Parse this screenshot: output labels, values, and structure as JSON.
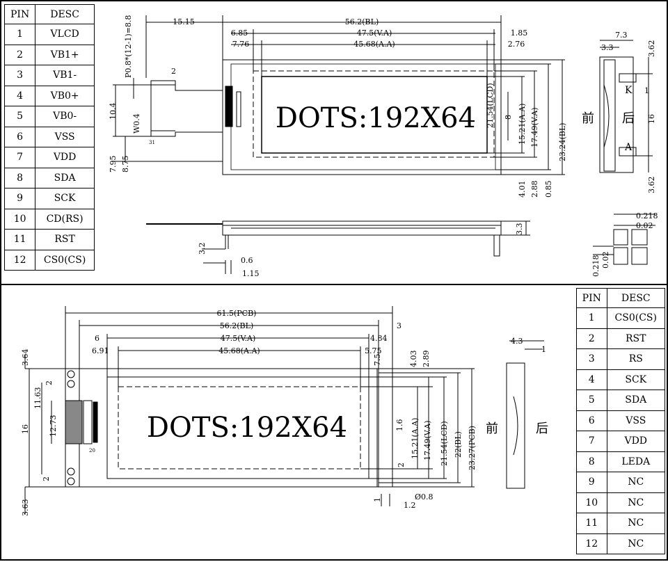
{
  "top": {
    "pin_table": {
      "headers": [
        "PIN",
        "DESC"
      ],
      "rows": [
        [
          "1",
          "VLCD"
        ],
        [
          "2",
          "VB1+"
        ],
        [
          "3",
          "VB1-"
        ],
        [
          "4",
          "VB0+"
        ],
        [
          "5",
          "VB0-"
        ],
        [
          "6",
          "VSS"
        ],
        [
          "7",
          "VDD"
        ],
        [
          "8",
          "SDA"
        ],
        [
          "9",
          "SCK"
        ],
        [
          "10",
          "CD(RS)"
        ],
        [
          "11",
          "RST"
        ],
        [
          "12",
          "CS0(CS)"
        ]
      ]
    },
    "screen_text": "DOTS:192X64",
    "dims": {
      "d1": "15.15",
      "d2": "56.2(BL)",
      "d3": "6.85",
      "d4": "47.5(V.A)",
      "d5": "1.85",
      "d6": "7.76",
      "d7": "45.68(A.A)",
      "d8": "2.76",
      "pitch": "P0.8*(12-1)=8.8",
      "d9": "2",
      "d10": "10.4",
      "d11": "W0.4",
      "d12": "7.95",
      "d13": "8.75",
      "d14": "8",
      "d15": "15.21(A.A)",
      "d16": "17.49(V.A)",
      "d17": "21.54(LCD)",
      "d18": "23.24(BL)",
      "d19": "4.01",
      "d20": "2.88",
      "d21": "0.85",
      "d22": "3.2",
      "d23": "0.6",
      "d24": "1.15",
      "d25": "3.3",
      "pin31": "31"
    },
    "side": {
      "d1": "7.3",
      "d2": "3.3",
      "d3": "3.62",
      "d4": "1",
      "d5": "16",
      "d6": "3.62",
      "k": "K",
      "a": "A",
      "front": "前",
      "back": "后"
    },
    "grid": {
      "d1": "0.218",
      "d2": "0.02",
      "d3": "0.218",
      "d4": "0.02"
    }
  },
  "bottom": {
    "pin_table": {
      "headers": [
        "PIN",
        "DESC"
      ],
      "rows": [
        [
          "1",
          "CS0(CS)"
        ],
        [
          "2",
          "RST"
        ],
        [
          "3",
          "RS"
        ],
        [
          "4",
          "SCK"
        ],
        [
          "5",
          "SDA"
        ],
        [
          "6",
          "VSS"
        ],
        [
          "7",
          "VDD"
        ],
        [
          "8",
          "LEDA"
        ],
        [
          "9",
          "NC"
        ],
        [
          "10",
          "NC"
        ],
        [
          "11",
          "NC"
        ],
        [
          "12",
          "NC"
        ]
      ]
    },
    "screen_text": "DOTS:192X64",
    "dims": {
      "d1": "61.5(PCB)",
      "d2": "56.2(BL)",
      "d3": "3",
      "d4": "6",
      "d5": "47.5(V.A)",
      "d6": "4.84",
      "d7": "6.91",
      "d8": "45.68(A.A)",
      "d9": "5.75",
      "d10": "3.64",
      "d11": "2",
      "d12": "11.63",
      "d13": "16",
      "d14": "12.73",
      "d15": "2",
      "d16": "3.63",
      "d17": "7.5",
      "d18": "4.03",
      "d19": "2.89",
      "d20": "1.6",
      "d21": "15.21(A.A)",
      "d22": "17.49(V.A)",
      "d23": "21.54(LCD)",
      "d24": "22(BL)",
      "d25": "23.27(PCB)",
      "d26": "2",
      "d27": "Ø0.8",
      "d28": "1",
      "d29": "1.2",
      "pin20": "20"
    },
    "side": {
      "d1": "4.3",
      "d2": "1",
      "front": "前",
      "back": "后"
    }
  }
}
